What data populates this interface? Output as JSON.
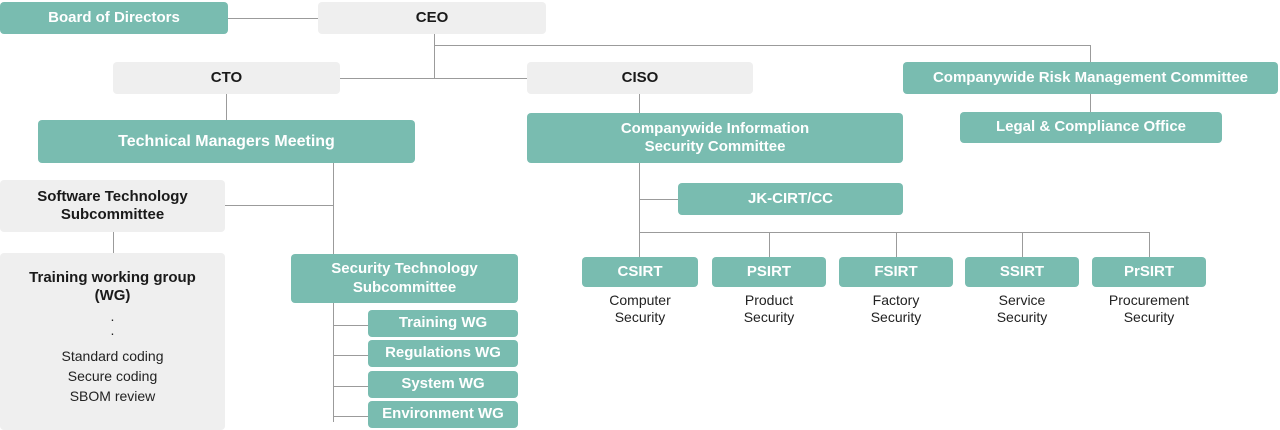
{
  "chart": {
    "title": "Security Governance Organization Chart",
    "type": "org-chart",
    "colors": {
      "accent_teal": "#79bcb0",
      "box_grey": "#efefef",
      "connector_grey": "#9b9b9b",
      "text_dark": "#1a1a1a",
      "text_light": "#ffffff",
      "background": "#ffffff"
    }
  },
  "nodes": {
    "board_of_directors": "Board of Directors",
    "ceo": "CEO",
    "cto": "CTO",
    "ciso": "CISO",
    "risk_committee": "Companywide Risk Management Committee",
    "legal_office": "Legal & Compliance Office",
    "technical_managers_meeting": "Technical Managers Meeting",
    "info_security_committee_line1": "Companywide Information",
    "info_security_committee_line2": "Security Committee",
    "jk_cirt_cc": "JK-CIRT/CC",
    "software_tech_sub_line1": "Software Technology",
    "software_tech_sub_line2": "Subcommittee",
    "security_tech_sub_line1": "Security Technology",
    "security_tech_sub_line2": "Subcommittee",
    "training_wg_title_line1": "Training working group",
    "training_wg_title_line2": "(WG)",
    "training_wg_dots": "·\n·",
    "training_wg_items": [
      "Standard coding",
      "Secure coding",
      "SBOM review"
    ]
  },
  "working_groups": [
    {
      "label": "Training WG"
    },
    {
      "label": "Regulations WG"
    },
    {
      "label": "System WG"
    },
    {
      "label": "Environment WG"
    }
  ],
  "sirt_teams": [
    {
      "code": "CSIRT",
      "caption_line1": "Computer",
      "caption_line2": "Security"
    },
    {
      "code": "PSIRT",
      "caption_line1": "Product",
      "caption_line2": "Security"
    },
    {
      "code": "FSIRT",
      "caption_line1": "Factory",
      "caption_line2": "Security"
    },
    {
      "code": "SSIRT",
      "caption_line1": "Service",
      "caption_line2": "Security"
    },
    {
      "code": "PrSIRT",
      "caption_line1": "Procurement",
      "caption_line2": "Security"
    }
  ]
}
